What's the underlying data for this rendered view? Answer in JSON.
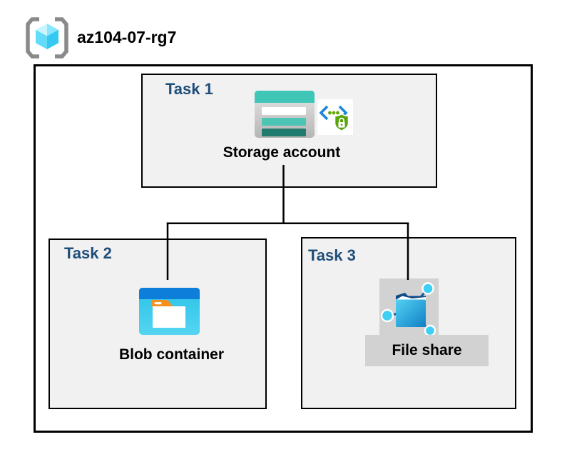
{
  "header": {
    "title": "az104-07-rg7",
    "icon": "resource-group-icon"
  },
  "tasks": [
    {
      "label": "Task 1",
      "caption": "Storage account",
      "icons": [
        "storage-account-icon",
        "secure-endpoint-icon"
      ]
    },
    {
      "label": "Task 2",
      "caption": "Blob container",
      "icons": [
        "blob-container-icon"
      ]
    },
    {
      "label": "Task 3",
      "caption": "File share",
      "icons": [
        "file-share-icon"
      ]
    }
  ],
  "colors": {
    "task_label": "#1f4e79",
    "box_fill": "#f1f1f2",
    "border": "#000000",
    "file_share_highlight": "#d2d2d2",
    "storage_teal": "#3fc6b7",
    "storage_teal_dark": "#217a6e",
    "blob_bar_blue": "#0d7ed9",
    "blob_body_cyan": "#3bcdee",
    "endpoint_green": "#5aa30a",
    "endpoint_blue": "#1c86d8",
    "cube_cyan": "#58d9f7",
    "bracket_gray": "#8a8a8a"
  }
}
